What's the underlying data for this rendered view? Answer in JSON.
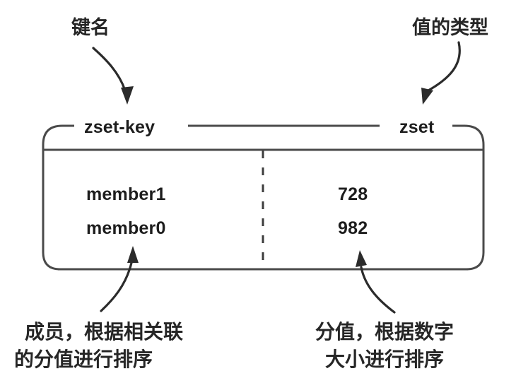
{
  "diagram": {
    "title_callouts": {
      "key_name": "键名",
      "value_type": "值的类型"
    },
    "structure": {
      "key_label": "zset-key",
      "type_label": "zset",
      "rows": [
        {
          "member": "member1",
          "score": "728"
        },
        {
          "member": "member0",
          "score": "982"
        }
      ]
    },
    "bottom_captions": {
      "member_note": {
        "line1": "成员，根据相关联",
        "line2": "的分值进行排序"
      },
      "score_note": {
        "line1": "分值，根据数字",
        "line2": "大小进行排序"
      }
    },
    "colors": {
      "outline": "#4a4a4a",
      "arrow": "#2b2b2b",
      "text": "#1d1d1d",
      "background": "#ffffff"
    }
  }
}
